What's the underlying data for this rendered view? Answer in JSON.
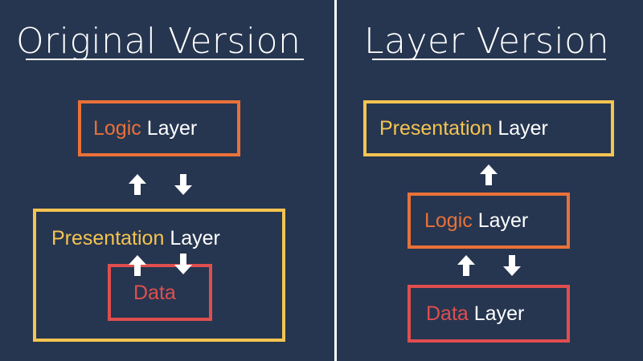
{
  "colors": {
    "background": "#263650",
    "white": "#ffffff",
    "presentation": "#f5c451",
    "logic": "#ea7139",
    "data": "#e04e4e"
  },
  "left_panel": {
    "title": "Original Version",
    "logic_box": {
      "colored": "Logic",
      "plain": "Layer"
    },
    "presentation_box": {
      "colored": "Presentation",
      "plain": "Layer"
    },
    "data_box": {
      "colored": "Data"
    },
    "arrows": [
      "up-arrow",
      "down-arrow",
      "up-arrow",
      "down-arrow"
    ]
  },
  "right_panel": {
    "title": "Layer Version",
    "presentation_box": {
      "colored": "Presentation",
      "plain": "Layer"
    },
    "logic_box": {
      "colored": "Logic",
      "plain": "Layer"
    },
    "data_box": {
      "colored": "Data",
      "plain": "Layer"
    },
    "arrows": [
      "up-arrow",
      "up-arrow",
      "down-arrow"
    ]
  }
}
